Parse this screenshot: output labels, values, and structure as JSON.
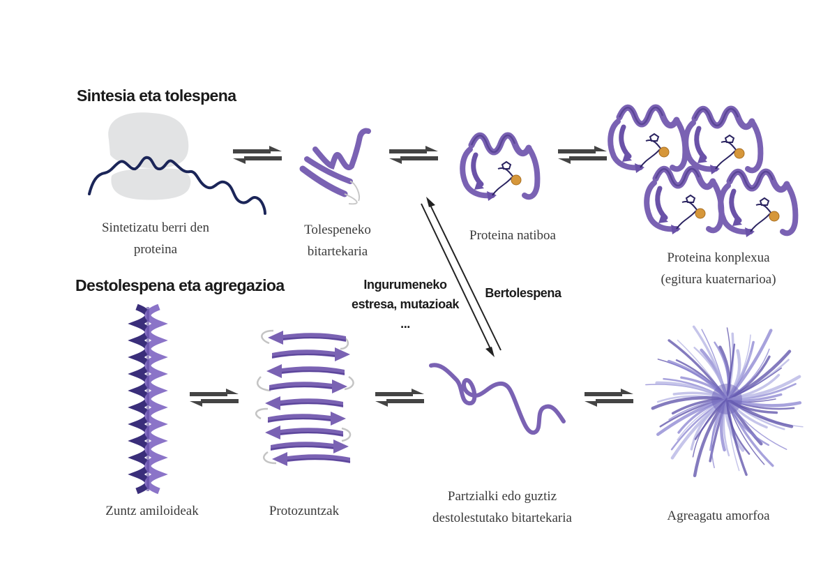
{
  "headings": {
    "synthesis": "Sintesia eta tolespena",
    "unfolding": "Destolespena eta agregazioa"
  },
  "labels": {
    "newly_synthesized": [
      "Sintetizatu berri den",
      "proteina"
    ],
    "folding_intermediate": [
      "Tolespeneko",
      "bitartekaria"
    ],
    "native_protein": "Proteina natiboa",
    "protein_complex": [
      "Proteina konplexua",
      "(egitura kuaternarioa)"
    ],
    "amyloid_fibres": "Zuntz amiloideak",
    "protofibrils": "Protozuntzak",
    "unfolded_intermediate": [
      "Partzialki edo guztiz",
      "destolestutako bitartekaria"
    ],
    "amorphous_aggregate": "Agreagatu amorfoa"
  },
  "arrow_labels": {
    "stress": [
      "Ingurumeneko",
      "estresa, mutazioak",
      "..."
    ],
    "refolding": "Bertolespena"
  },
  "colors": {
    "protein": "#7a62b3",
    "protein_dark": "#4e3b8c",
    "chain": "#1b2558",
    "ribosome": "#e2e3e4",
    "cofactor": "#d6973a",
    "arrow": "#444444"
  }
}
